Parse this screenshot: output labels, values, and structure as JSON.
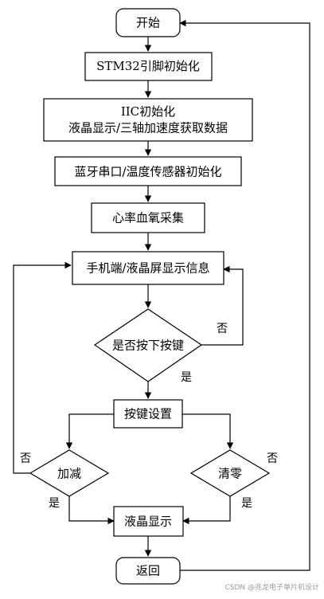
{
  "flowchart": {
    "start": "开始",
    "stm32_init": "STM32引脚初始化",
    "iic_line1": "IIC初始化",
    "iic_line2": "液晶显示/三轴加速度获取数据",
    "bt_init": "蓝牙串口/温度传感器初始化",
    "hr_spo2": "心率血氧采集",
    "display_info": "手机端/液晶屏显示信息",
    "key_decision": "是否按下按键",
    "key_setting": "按键设置",
    "add_sub": "加减",
    "clear": "清零",
    "lcd_display": "液晶显示",
    "return": "返回"
  },
  "edge_labels": {
    "no_1": "否",
    "yes_1": "是",
    "no_2": "否",
    "yes_2": "是",
    "no_3": "否",
    "yes_3": "是"
  },
  "watermark": "CSDN @兆龙电子单片机设计",
  "colors": {
    "stroke": "#000000",
    "background": "#ffffff",
    "watermark": "#9a9a9a"
  }
}
